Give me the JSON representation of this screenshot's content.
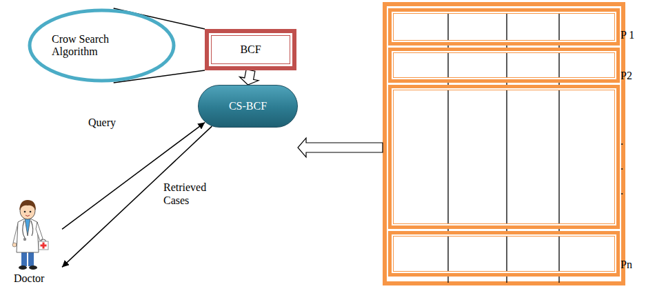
{
  "diagram": {
    "nodes": [
      {
        "text": [
          "Crow Search Algorithm"
        ]
      },
      {
        "text": [
          "BCF"
        ]
      },
      {
        "text": [
          "CS-BCF"
        ]
      },
      {
        "text": [
          "Doctor"
        ]
      },
      {
        "text": [
          "P 1"
        ]
      },
      {
        "text": [
          "P2"
        ]
      },
      {
        "text": [
          ".",
          ".",
          "."
        ]
      },
      {
        "text": [
          "Pn"
        ]
      }
    ],
    "edges": [
      {
        "from": 0,
        "to": 1,
        "arrow": "none"
      },
      {
        "from": 0,
        "to": 1,
        "arrow": "none"
      },
      {
        "from": 1,
        "to": 2,
        "arrow": "to"
      },
      {
        "from": 3,
        "to": 2,
        "arrow": "to",
        "label": "Query"
      },
      {
        "from": 2,
        "to": 3,
        "arrow": "to",
        "label": "Retrieved Cases"
      }
    ]
  }
}
